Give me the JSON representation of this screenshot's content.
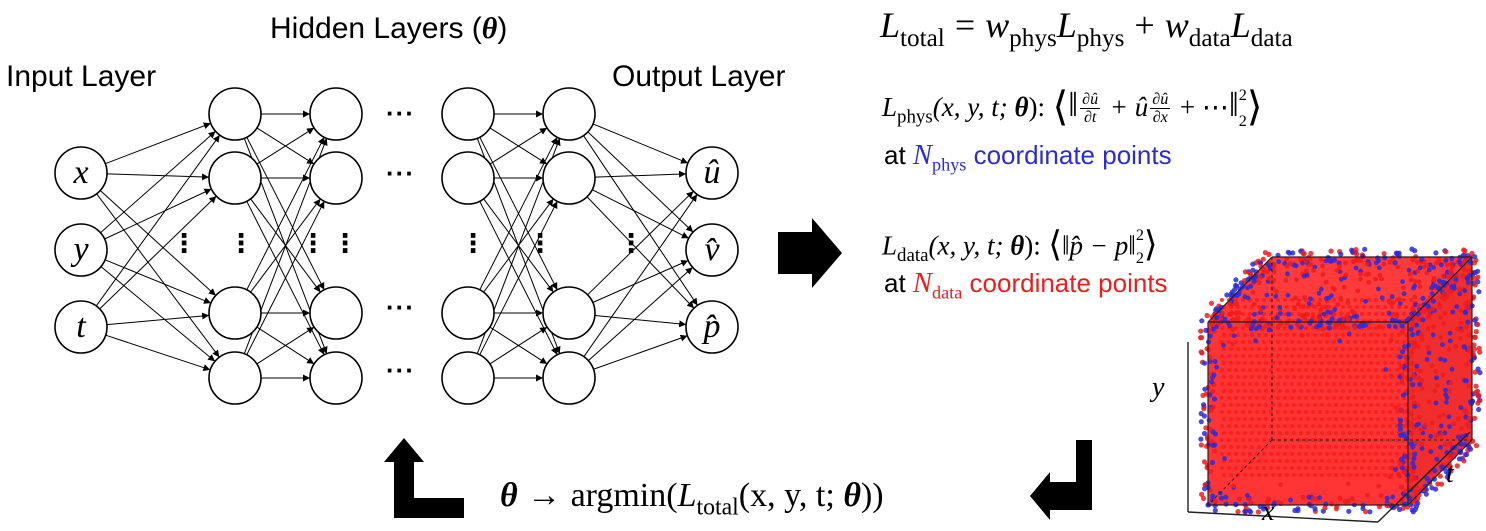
{
  "network": {
    "hidden_title": "Hidden Layers (",
    "hidden_theta": "θ",
    "hidden_close": ")",
    "input_title": "Input Layer",
    "output_title": "Output Layer",
    "inputs": [
      "x",
      "y",
      "t"
    ],
    "outputs": [
      "û",
      "v̂",
      "p̂"
    ],
    "hdots": "···",
    "vdots": "⋮"
  },
  "equations": {
    "total_lhs": "L",
    "total_lhs_sub": "total",
    "eq_sign": "=",
    "w_phys": "w",
    "w_phys_sub": "phys",
    "L_phys": "L",
    "L_phys_sub": "phys",
    "plus": "+",
    "w_data": "w",
    "w_data_sub": "data",
    "L_data": "L",
    "L_data_sub": "data",
    "phys_args": "(x, y, t; ",
    "phys_args_end": "):",
    "phys_term_mid": "+ û",
    "phys_term_end": "+ ⋯",
    "frac1_num": "∂û",
    "frac1_den": "∂t",
    "frac2_num": "∂û",
    "frac2_den": "∂x",
    "norm_sub": "2",
    "norm_sup": "2",
    "phys_points_prefix": "at",
    "phys_N": "N",
    "phys_N_sub": "phys",
    "phys_points_suffix": "coordinate points",
    "data_args": "(x, y, t; ",
    "data_args_end": "):",
    "data_term": "‖p̂ − p‖",
    "data_points_prefix": "at",
    "data_N": "N",
    "data_N_sub": "data",
    "data_points_suffix": "coordinate points"
  },
  "optimization": {
    "theta": "θ",
    "arrow": "→",
    "argmin": "argmin(",
    "L": "L",
    "L_sub": "total",
    "args": "(x, y, t; ",
    "close": "))"
  },
  "plot3d": {
    "x_label": "x",
    "y_label": "y",
    "t_label": "t"
  },
  "colors": {
    "phys": "#2b2bd8",
    "data": "#ee1c1c"
  }
}
